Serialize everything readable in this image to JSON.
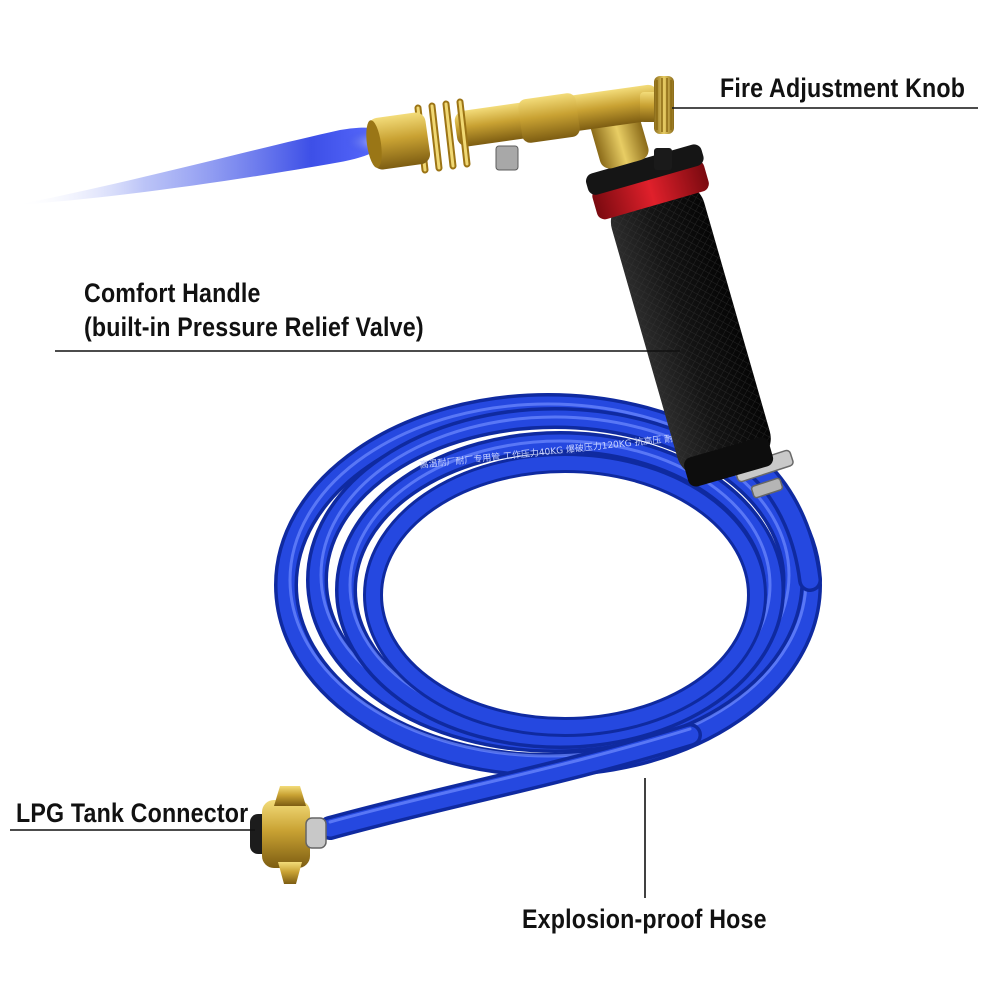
{
  "labels": {
    "fire_adjustment_knob": "Fire Adjustment Knob",
    "comfort_handle_line1": "Comfort Handle",
    "comfort_handle_line2": "(built-in Pressure Relief Valve)",
    "lpg_tank_connector": "LPG Tank Connector",
    "explosion_proof_hose": "Explosion-proof Hose"
  },
  "hose_print": {
    "text": "高温耐厂耐厂专用管  工作压力40KG  爆破压力120KG  抗高压  耐老化"
  },
  "colors": {
    "flame": "#3a4fe0",
    "brass": "#c9a233",
    "handle": "#1b1b1b",
    "handle_ring": "#c8141e",
    "hose": "#1f3fcf",
    "leader_line": "#111111"
  }
}
